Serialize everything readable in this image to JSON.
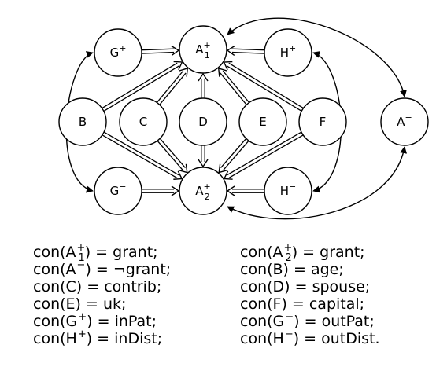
{
  "nodes": {
    "g_plus": {
      "base": "G",
      "sup": "+"
    },
    "a1_plus": {
      "base": "A",
      "sup": "+",
      "sub": "1"
    },
    "h_plus": {
      "base": "H",
      "sup": "+"
    },
    "b": {
      "base": "B"
    },
    "c": {
      "base": "C"
    },
    "d": {
      "base": "D"
    },
    "e": {
      "base": "E"
    },
    "f": {
      "base": "F"
    },
    "a_minus": {
      "base": "A",
      "sup": "−"
    },
    "g_minus": {
      "base": "G",
      "sup": "−"
    },
    "a2_plus": {
      "base": "A",
      "sup": "+",
      "sub": "2"
    },
    "h_minus": {
      "base": "H",
      "sup": "−"
    }
  },
  "equations": {
    "left": [
      {
        "fn": "con",
        "base": "A",
        "sup": "+",
        "sub": "1",
        "value": "grant;"
      },
      {
        "fn": "con",
        "base": "A",
        "sup": "−",
        "value": "¬grant;"
      },
      {
        "fn": "con",
        "base": "C",
        "value": "contrib;"
      },
      {
        "fn": "con",
        "base": "E",
        "value": "uk;"
      },
      {
        "fn": "con",
        "base": "G",
        "sup": "+",
        "value": "inPat;"
      },
      {
        "fn": "con",
        "base": "H",
        "sup": "+",
        "value": "inDist;"
      }
    ],
    "right": [
      {
        "fn": "con",
        "base": "A",
        "sup": "+",
        "sub": "2",
        "value": "grant;"
      },
      {
        "fn": "con",
        "base": "B",
        "value": "age;"
      },
      {
        "fn": "con",
        "base": "D",
        "value": "spouse;"
      },
      {
        "fn": "con",
        "base": "F",
        "value": "capital;"
      },
      {
        "fn": "con",
        "base": "G",
        "sup": "−",
        "value": "outPat;"
      },
      {
        "fn": "con",
        "base": "H",
        "sup": "−",
        "value": "outDist."
      }
    ]
  }
}
